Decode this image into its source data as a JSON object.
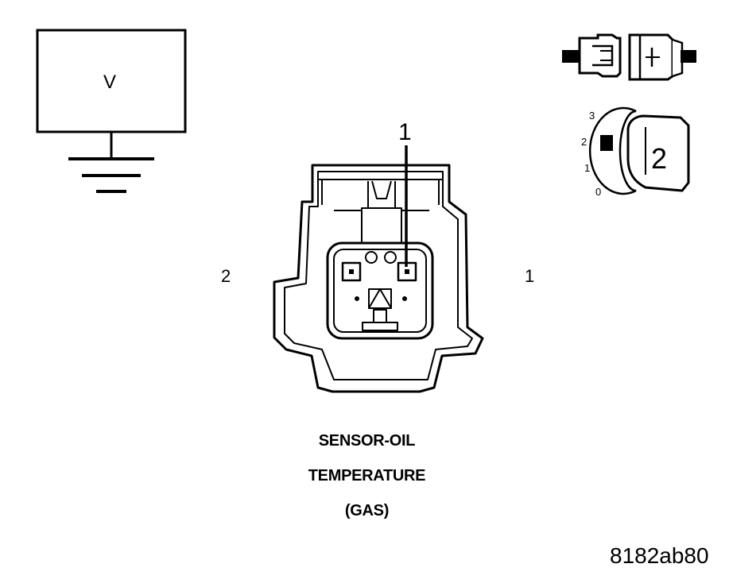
{
  "meter": {
    "symbol": "V"
  },
  "connector": {
    "callout_pin": "1",
    "left_pin_label": "2",
    "right_pin_label": "1"
  },
  "ignition_switch": {
    "positions": [
      "3",
      "2",
      "1",
      "0"
    ],
    "selected_position": "2"
  },
  "caption": {
    "lines": [
      "SENSOR-OIL",
      "TEMPERATURE",
      "(GAS)"
    ]
  },
  "figure_id": "8182ab80",
  "colors": {
    "ink": "#000000",
    "paper": "#ffffff",
    "fill": "#e8e8e8"
  }
}
